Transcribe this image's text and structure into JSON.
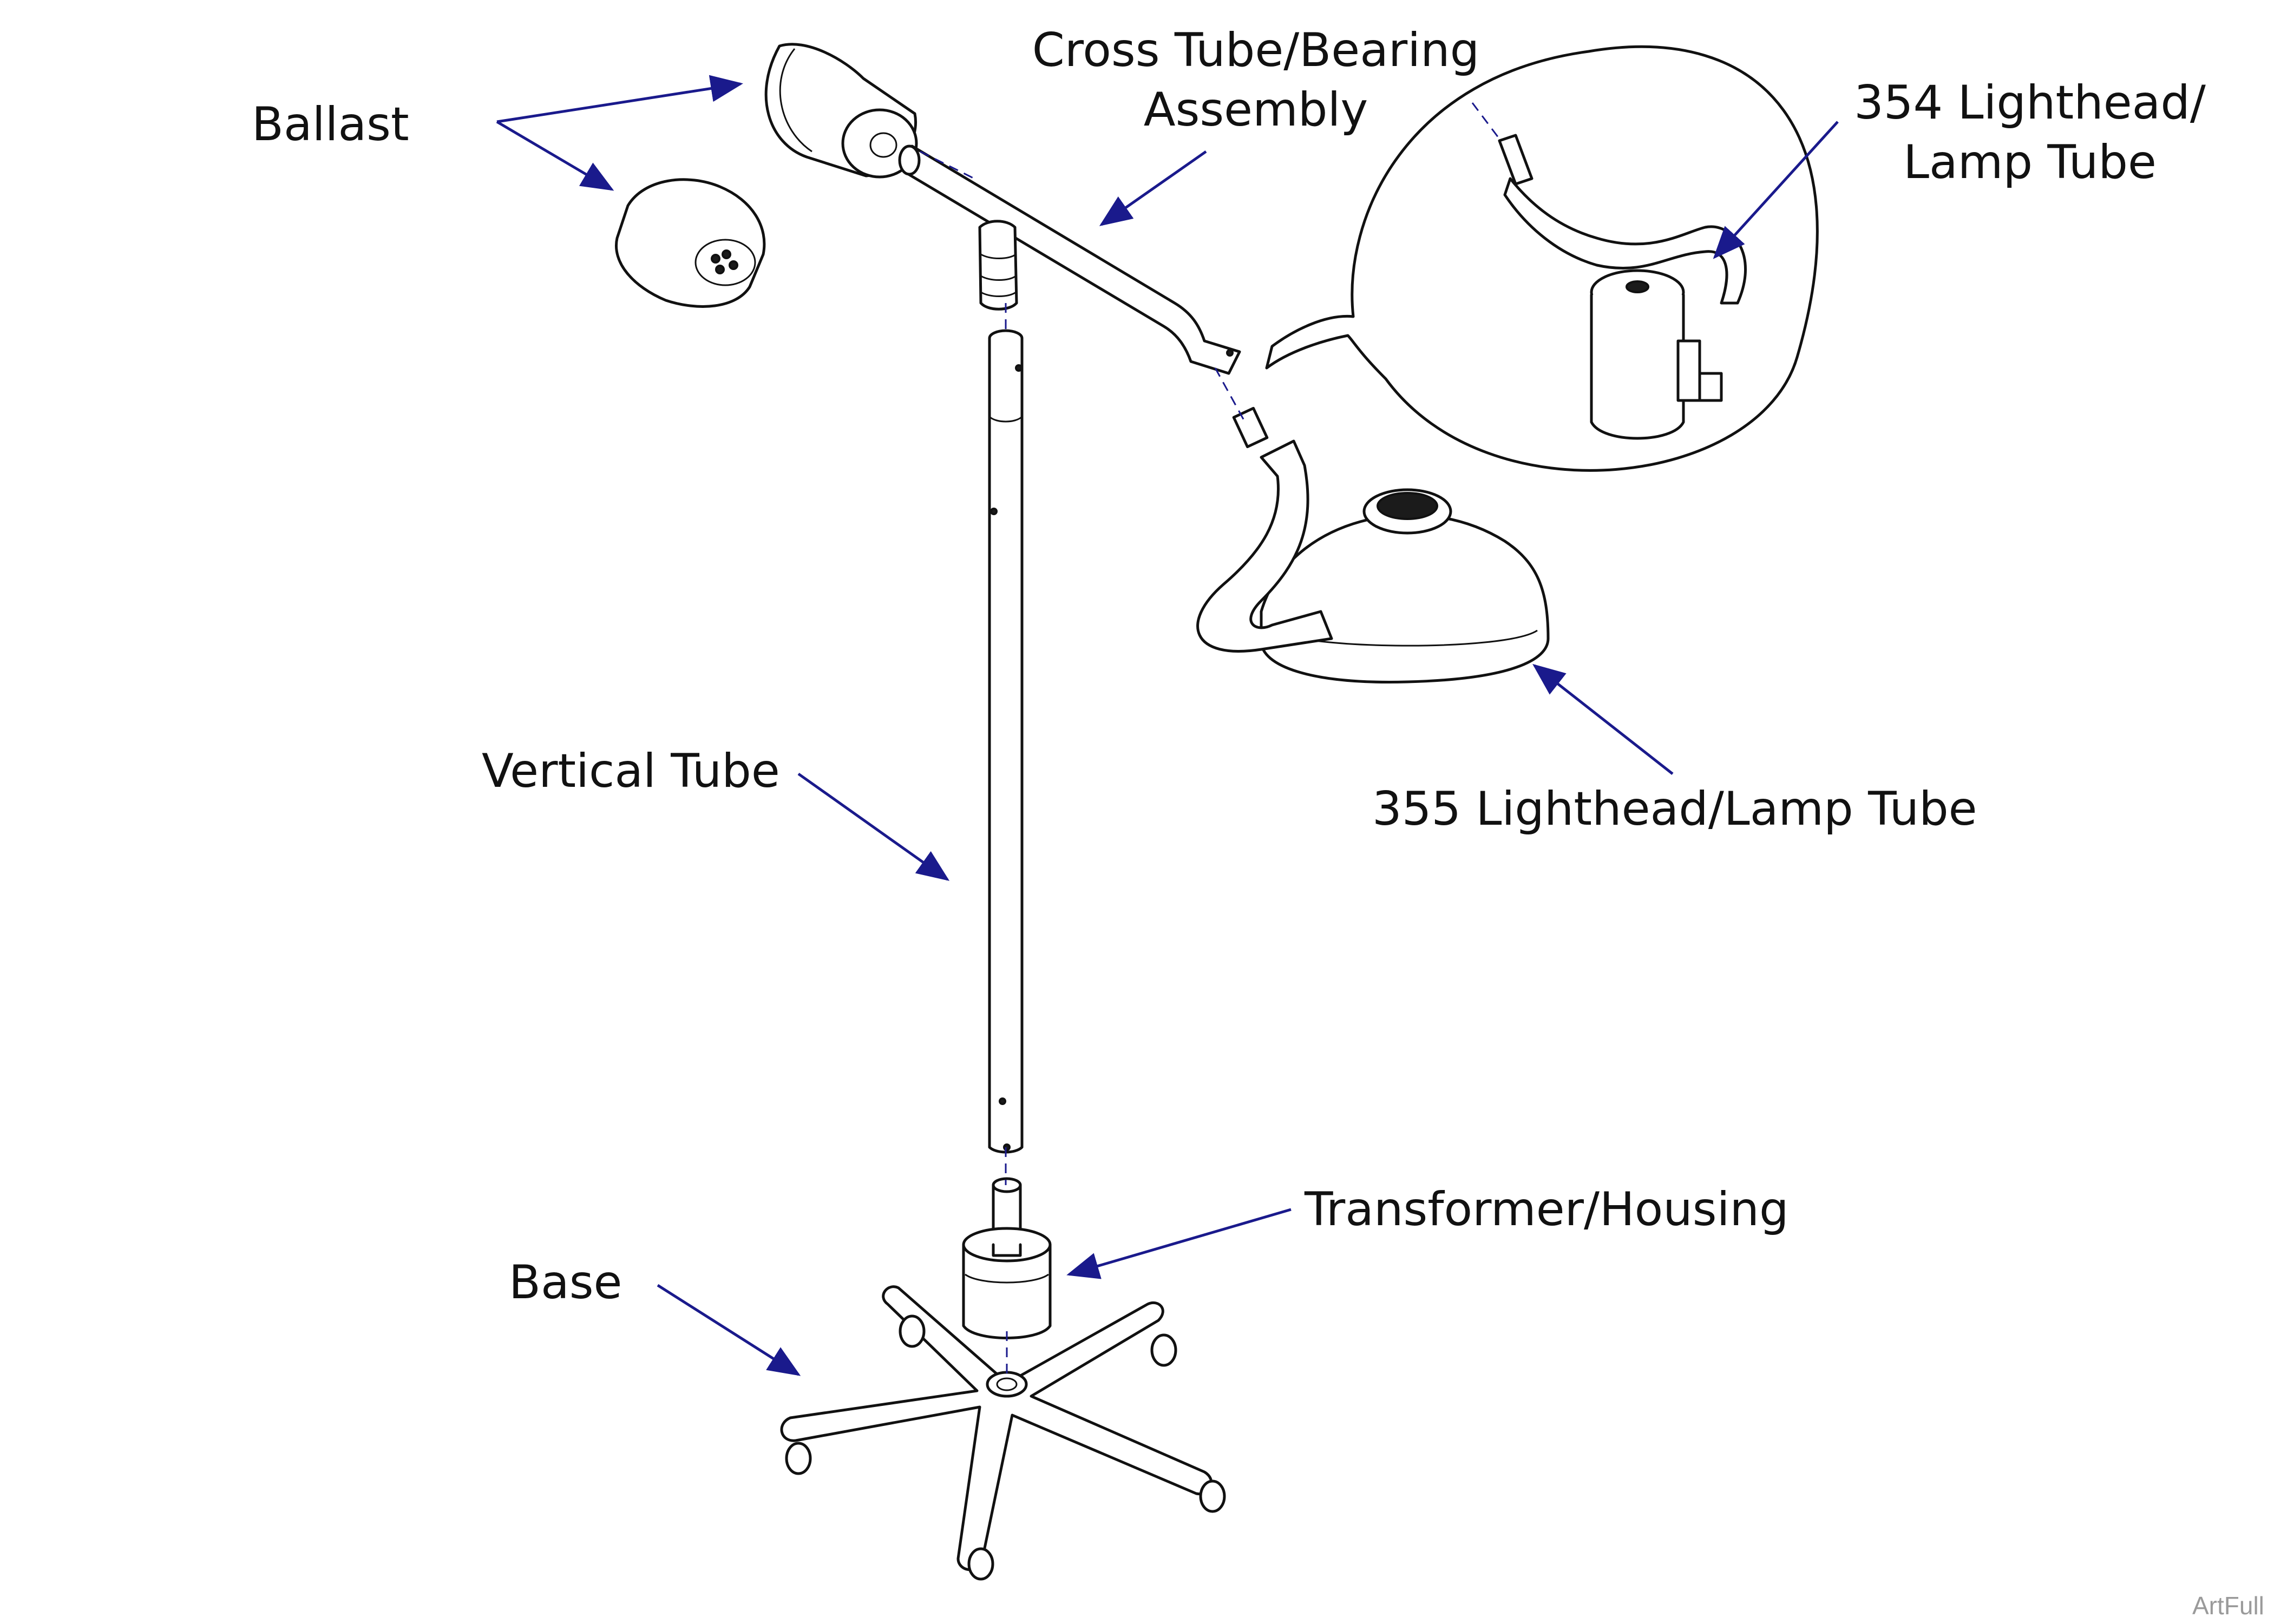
{
  "labels": {
    "ballast": "Ballast",
    "cross_tube_line1": "Cross Tube/Bearing",
    "cross_tube_line2": "Assembly",
    "lighthead_354_line1": "354 Lighthead/",
    "lighthead_354_line2": "Lamp Tube",
    "lighthead_355": "355 Lighthead/Lamp Tube",
    "vertical_tube": "Vertical Tube",
    "transformer": "Transformer/Housing",
    "base": "Base"
  },
  "watermark": "ArtFull",
  "colors": {
    "leader_arrow": "#1a1a8c",
    "line_art": "#111111",
    "background": "#ffffff"
  }
}
